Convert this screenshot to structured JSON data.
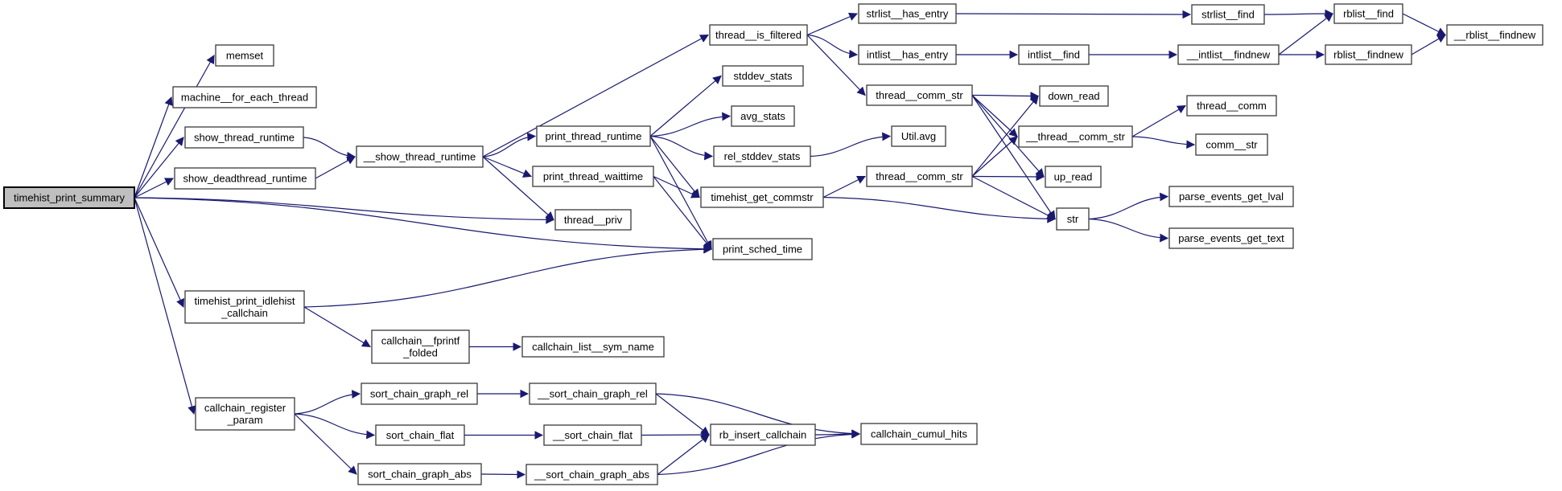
{
  "diagram": {
    "type": "call-graph",
    "root": "timehist_print_summary",
    "colors": {
      "background": "#ffffff",
      "edge": "#191970",
      "node_fill": "#ffffff",
      "node_border": "#3a3a3a",
      "root_fill": "#bfbfbf",
      "root_border": "#000000",
      "text": "#000000"
    },
    "nodes": [
      {
        "id": "timehist_print_summary",
        "label": "timehist_print_summary",
        "lines": [
          "timehist_print_summary"
        ],
        "root": true
      },
      {
        "id": "memset",
        "label": "memset",
        "lines": [
          "memset"
        ]
      },
      {
        "id": "machine__for_each_thread",
        "label": "machine__for_each_thread",
        "lines": [
          "machine__for_each_thread"
        ]
      },
      {
        "id": "show_thread_runtime",
        "label": "show_thread_runtime",
        "lines": [
          "show_thread_runtime"
        ]
      },
      {
        "id": "show_deadthread_runtime",
        "label": "show_deadthread_runtime",
        "lines": [
          "show_deadthread_runtime"
        ]
      },
      {
        "id": "__show_thread_runtime",
        "label": "__show_thread_runtime",
        "lines": [
          "__show_thread_runtime"
        ]
      },
      {
        "id": "thread__is_filtered",
        "label": "thread__is_filtered",
        "lines": [
          "thread__is_filtered"
        ]
      },
      {
        "id": "strlist__has_entry",
        "label": "strlist__has_entry",
        "lines": [
          "strlist__has_entry"
        ]
      },
      {
        "id": "intlist__has_entry",
        "label": "intlist__has_entry",
        "lines": [
          "intlist__has_entry"
        ]
      },
      {
        "id": "strlist__find",
        "label": "strlist__find",
        "lines": [
          "strlist__find"
        ]
      },
      {
        "id": "intlist__find",
        "label": "intlist__find",
        "lines": [
          "intlist__find"
        ]
      },
      {
        "id": "rblist__find",
        "label": "rblist__find",
        "lines": [
          "rblist__find"
        ]
      },
      {
        "id": "rblist__findnew",
        "label": "rblist__findnew",
        "lines": [
          "rblist__findnew"
        ]
      },
      {
        "id": "__intlist__findnew",
        "label": "__intlist__findnew",
        "lines": [
          "__intlist__findnew"
        ]
      },
      {
        "id": "__rblist__findnew",
        "label": "__rblist__findnew",
        "lines": [
          "__rblist__findnew"
        ]
      },
      {
        "id": "stddev_stats",
        "label": "stddev_stats",
        "lines": [
          "stddev_stats"
        ]
      },
      {
        "id": "avg_stats",
        "label": "avg_stats",
        "lines": [
          "avg_stats"
        ]
      },
      {
        "id": "rel_stddev_stats",
        "label": "rel_stddev_stats",
        "lines": [
          "rel_stddev_stats"
        ]
      },
      {
        "id": "util_avg",
        "label": "Util.avg",
        "lines": [
          "Util.avg"
        ]
      },
      {
        "id": "print_thread_runtime",
        "label": "print_thread_runtime",
        "lines": [
          "print_thread_runtime"
        ]
      },
      {
        "id": "print_thread_waittime",
        "label": "print_thread_waittime",
        "lines": [
          "print_thread_waittime"
        ]
      },
      {
        "id": "thread__comm_str_1",
        "label": "thread__comm_str",
        "lines": [
          "thread__comm_str"
        ]
      },
      {
        "id": "thread__comm_str_2",
        "label": "thread__comm_str",
        "lines": [
          "thread__comm_str"
        ]
      },
      {
        "id": "down_read",
        "label": "down_read",
        "lines": [
          "down_read"
        ]
      },
      {
        "id": "__thread__comm_str",
        "label": "__thread__comm_str",
        "lines": [
          "__thread__comm_str"
        ]
      },
      {
        "id": "thread__comm",
        "label": "thread__comm",
        "lines": [
          "thread__comm"
        ]
      },
      {
        "id": "comm__str",
        "label": "comm__str",
        "lines": [
          "comm__str"
        ]
      },
      {
        "id": "up_read",
        "label": "up_read",
        "lines": [
          "up_read"
        ]
      },
      {
        "id": "str",
        "label": "str",
        "lines": [
          "str"
        ]
      },
      {
        "id": "parse_events_get_lval",
        "label": "parse_events_get_lval",
        "lines": [
          "parse_events_get_lval"
        ]
      },
      {
        "id": "parse_events_get_text",
        "label": "parse_events_get_text",
        "lines": [
          "parse_events_get_text"
        ]
      },
      {
        "id": "timehist_get_commstr",
        "label": "timehist_get_commstr",
        "lines": [
          "timehist_get_commstr"
        ]
      },
      {
        "id": "thread__priv",
        "label": "thread__priv",
        "lines": [
          "thread__priv"
        ]
      },
      {
        "id": "print_sched_time",
        "label": "print_sched_time",
        "lines": [
          "print_sched_time"
        ]
      },
      {
        "id": "timehist_print_idlehist_callchain",
        "label": "timehist_print_idlehist _callchain",
        "lines": [
          "timehist_print_idlehist",
          "_callchain"
        ]
      },
      {
        "id": "callchain__fprintf_folded",
        "label": "callchain__fprintf _folded",
        "lines": [
          "callchain__fprintf",
          "_folded"
        ]
      },
      {
        "id": "callchain_list__sym_name",
        "label": "callchain_list__sym_name",
        "lines": [
          "callchain_list__sym_name"
        ]
      },
      {
        "id": "callchain_register_param",
        "label": "callchain_register _param",
        "lines": [
          "callchain_register",
          "_param"
        ]
      },
      {
        "id": "sort_chain_graph_rel",
        "label": "sort_chain_graph_rel",
        "lines": [
          "sort_chain_graph_rel"
        ]
      },
      {
        "id": "sort_chain_flat",
        "label": "sort_chain_flat",
        "lines": [
          "sort_chain_flat"
        ]
      },
      {
        "id": "sort_chain_graph_abs",
        "label": "sort_chain_graph_abs",
        "lines": [
          "sort_chain_graph_abs"
        ]
      },
      {
        "id": "__sort_chain_graph_rel",
        "label": "__sort_chain_graph_rel",
        "lines": [
          "__sort_chain_graph_rel"
        ]
      },
      {
        "id": "__sort_chain_flat",
        "label": "__sort_chain_flat",
        "lines": [
          "__sort_chain_flat"
        ]
      },
      {
        "id": "__sort_chain_graph_abs",
        "label": "__sort_chain_graph_abs",
        "lines": [
          "__sort_chain_graph_abs"
        ]
      },
      {
        "id": "rb_insert_callchain",
        "label": "rb_insert_callchain",
        "lines": [
          "rb_insert_callchain"
        ]
      },
      {
        "id": "callchain_cumul_hits",
        "label": "callchain_cumul_hits",
        "lines": [
          "callchain_cumul_hits"
        ]
      }
    ],
    "edges": [
      [
        "timehist_print_summary",
        "memset"
      ],
      [
        "timehist_print_summary",
        "machine__for_each_thread"
      ],
      [
        "timehist_print_summary",
        "show_thread_runtime"
      ],
      [
        "timehist_print_summary",
        "show_deadthread_runtime"
      ],
      [
        "timehist_print_summary",
        "thread__priv"
      ],
      [
        "timehist_print_summary",
        "print_sched_time"
      ],
      [
        "timehist_print_summary",
        "timehist_print_idlehist_callchain"
      ],
      [
        "timehist_print_summary",
        "callchain_register_param"
      ],
      [
        "show_thread_runtime",
        "__show_thread_runtime"
      ],
      [
        "show_deadthread_runtime",
        "__show_thread_runtime"
      ],
      [
        "__show_thread_runtime",
        "thread__is_filtered"
      ],
      [
        "__show_thread_runtime",
        "print_thread_runtime"
      ],
      [
        "__show_thread_runtime",
        "print_thread_waittime"
      ],
      [
        "__show_thread_runtime",
        "thread__priv"
      ],
      [
        "thread__is_filtered",
        "strlist__has_entry"
      ],
      [
        "thread__is_filtered",
        "intlist__has_entry"
      ],
      [
        "thread__is_filtered",
        "thread__comm_str_1"
      ],
      [
        "strlist__has_entry",
        "strlist__find"
      ],
      [
        "intlist__has_entry",
        "intlist__find"
      ],
      [
        "strlist__find",
        "rblist__find"
      ],
      [
        "intlist__find",
        "__intlist__findnew"
      ],
      [
        "__intlist__findnew",
        "rblist__find"
      ],
      [
        "__intlist__findnew",
        "rblist__findnew"
      ],
      [
        "rblist__find",
        "__rblist__findnew"
      ],
      [
        "rblist__findnew",
        "__rblist__findnew"
      ],
      [
        "print_thread_runtime",
        "stddev_stats"
      ],
      [
        "print_thread_runtime",
        "avg_stats"
      ],
      [
        "print_thread_runtime",
        "rel_stddev_stats"
      ],
      [
        "print_thread_runtime",
        "timehist_get_commstr"
      ],
      [
        "print_thread_runtime",
        "print_sched_time"
      ],
      [
        "print_thread_waittime",
        "timehist_get_commstr"
      ],
      [
        "print_thread_waittime",
        "print_sched_time"
      ],
      [
        "rel_stddev_stats",
        "util_avg"
      ],
      [
        "timehist_get_commstr",
        "thread__comm_str_2"
      ],
      [
        "timehist_get_commstr",
        "str"
      ],
      [
        "thread__comm_str_1",
        "down_read"
      ],
      [
        "thread__comm_str_1",
        "__thread__comm_str"
      ],
      [
        "thread__comm_str_1",
        "up_read"
      ],
      [
        "thread__comm_str_1",
        "str"
      ],
      [
        "thread__comm_str_2",
        "down_read"
      ],
      [
        "thread__comm_str_2",
        "__thread__comm_str"
      ],
      [
        "thread__comm_str_2",
        "up_read"
      ],
      [
        "thread__comm_str_2",
        "str"
      ],
      [
        "__thread__comm_str",
        "thread__comm"
      ],
      [
        "__thread__comm_str",
        "comm__str"
      ],
      [
        "str",
        "parse_events_get_lval"
      ],
      [
        "str",
        "parse_events_get_text"
      ],
      [
        "timehist_print_idlehist_callchain",
        "print_sched_time"
      ],
      [
        "timehist_print_idlehist_callchain",
        "callchain__fprintf_folded"
      ],
      [
        "callchain__fprintf_folded",
        "callchain_list__sym_name"
      ],
      [
        "callchain_register_param",
        "sort_chain_graph_rel"
      ],
      [
        "callchain_register_param",
        "sort_chain_flat"
      ],
      [
        "callchain_register_param",
        "sort_chain_graph_abs"
      ],
      [
        "sort_chain_graph_rel",
        "__sort_chain_graph_rel"
      ],
      [
        "sort_chain_flat",
        "__sort_chain_flat"
      ],
      [
        "sort_chain_graph_abs",
        "__sort_chain_graph_abs"
      ],
      [
        "__sort_chain_graph_rel",
        "rb_insert_callchain"
      ],
      [
        "__sort_chain_graph_rel",
        "callchain_cumul_hits"
      ],
      [
        "__sort_chain_flat",
        "rb_insert_callchain"
      ],
      [
        "__sort_chain_graph_abs",
        "rb_insert_callchain"
      ],
      [
        "__sort_chain_graph_abs",
        "callchain_cumul_hits"
      ],
      [
        "rb_insert_callchain",
        "callchain_cumul_hits"
      ]
    ]
  }
}
